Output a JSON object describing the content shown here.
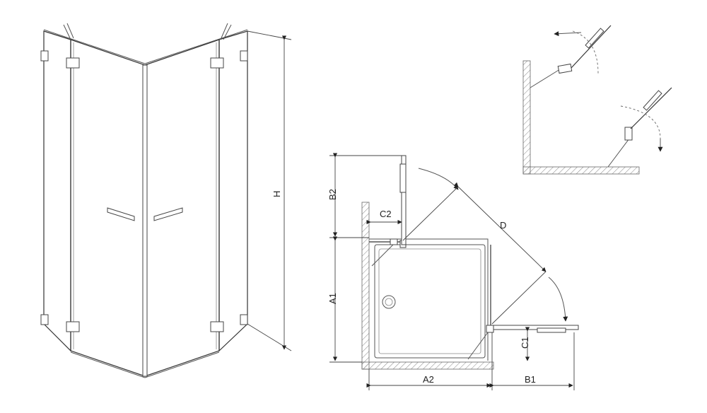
{
  "labels": {
    "H": "H",
    "B2": "B2",
    "C2": "C2",
    "D": "D",
    "A1": "A1",
    "C1": "C1",
    "A2": "A2",
    "B1": "B1"
  }
}
